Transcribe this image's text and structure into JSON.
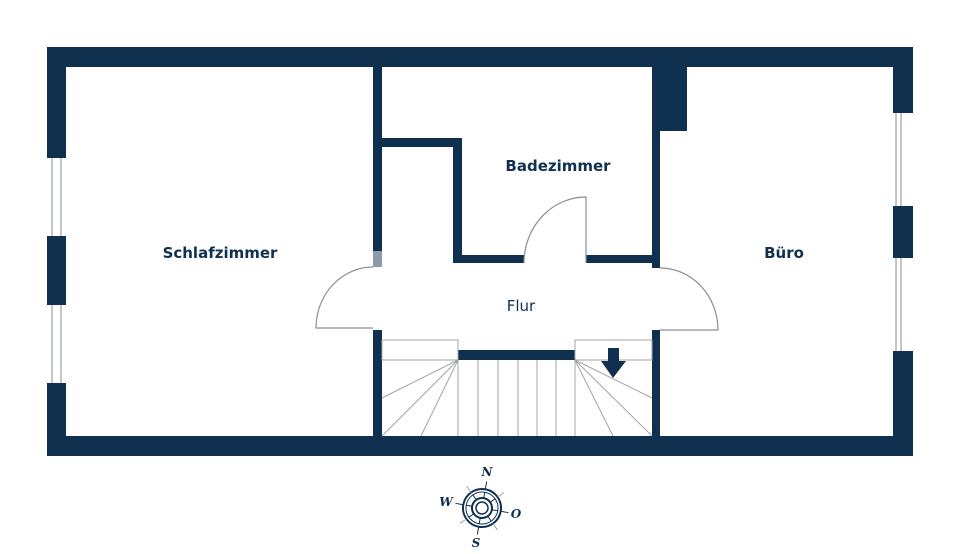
{
  "floorplan": {
    "wall_color": "#10304f",
    "line_color": "#8a8f96",
    "background": "#ffffff",
    "rooms": [
      {
        "id": "schlafzimmer",
        "label": "Schlafzimmer"
      },
      {
        "id": "badezimmer",
        "label": "Badezimmer"
      },
      {
        "id": "flur",
        "label": "Flur"
      },
      {
        "id": "buero",
        "label": "Büro"
      }
    ],
    "stairs": {
      "direction_icon": "arrow-down-icon"
    }
  },
  "compass": {
    "icon": "compass-rose-icon",
    "north": "N",
    "west": "W",
    "east": "O",
    "south": "S"
  }
}
